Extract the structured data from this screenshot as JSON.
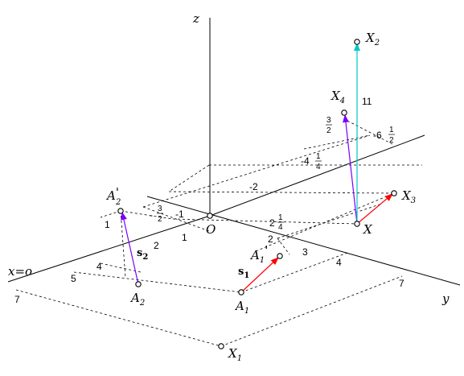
{
  "axes": {
    "z": "z",
    "y": "y",
    "x": "x=o",
    "origin": "O"
  },
  "points": {
    "A1": {
      "base": "A",
      "sub": "1"
    },
    "A1p": {
      "base": "A",
      "sub": "1",
      "prime": "'"
    },
    "A2": {
      "base": "A",
      "sub": "2"
    },
    "A2p": {
      "base": "A",
      "sub": "2",
      "prime": "'"
    },
    "X": {
      "base": "X"
    },
    "X1": {
      "base": "X",
      "sub": "1"
    },
    "X2": {
      "base": "X",
      "sub": "2"
    },
    "X3": {
      "base": "X",
      "sub": "3"
    },
    "X4": {
      "base": "X",
      "sub": "4"
    }
  },
  "vectors": {
    "s1": {
      "base": "s",
      "sub": "1"
    },
    "s2": {
      "base": "s",
      "sub": "2"
    }
  },
  "ticks": {
    "x_axis": [
      "1",
      "4",
      "5",
      "7"
    ],
    "y_axis": [
      "1",
      "2",
      "3",
      "4",
      "7"
    ],
    "neg": [
      "-1",
      "-2"
    ],
    "two_quarter": {
      "whole": "2",
      "num": "1",
      "den": "4"
    },
    "neg_four_quarter": {
      "whole": "-4",
      "num": "1",
      "den": "4"
    },
    "neg_six_half": {
      "whole": "-6",
      "num": "1",
      "den": "2"
    },
    "neg_three_half": {
      "sign": "-",
      "num": "3",
      "den": "2"
    },
    "three_half": {
      "num": "3",
      "den": "2"
    },
    "s2_two": "2",
    "eleven": "11"
  },
  "colors": {
    "red_vector": "#ff0000",
    "purple_vector": "#7a00ff",
    "cyan_vector": "#00c8c8",
    "line": "#000000"
  }
}
